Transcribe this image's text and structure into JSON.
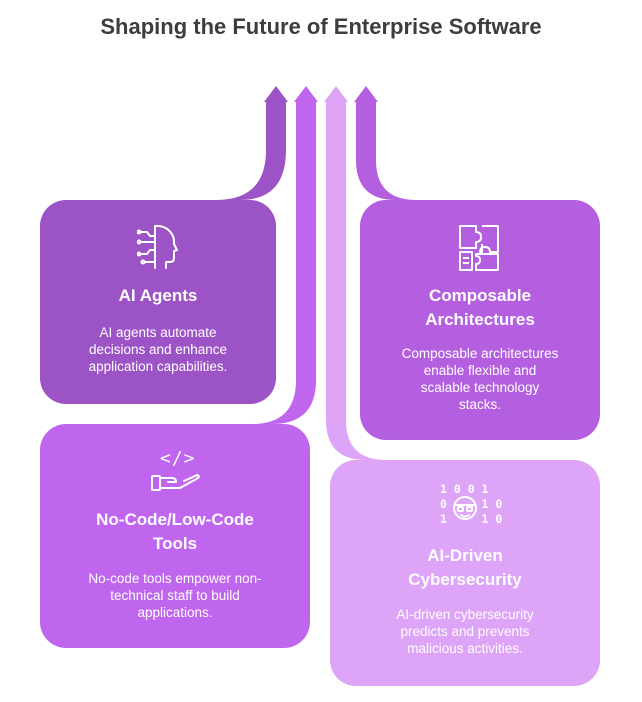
{
  "title": "Shaping the Future of Enterprise Software",
  "colors": {
    "ai_agents": "#9c53c6",
    "composable": "#b45fe0",
    "nocode": "#c066ee",
    "cyber": "#dda4f7",
    "arrow_1": "#9c53c6",
    "arrow_2": "#c066ee",
    "arrow_3": "#dda4f7",
    "arrow_4": "#b45fe0"
  },
  "cards": {
    "ai_agents": {
      "icon": "ai-head-icon",
      "title": "AI Agents",
      "line1": "AI agents automate",
      "line2": "decisions and enhance",
      "line3": "application capabilities."
    },
    "composable": {
      "icon": "puzzle-blocks-icon",
      "title_line1": "Composable",
      "title_line2": "Architectures",
      "line1": "Composable architectures",
      "line2": "enable flexible and",
      "line3": "scalable technology",
      "line4": "stacks."
    },
    "nocode": {
      "icon": "code-hand-icon",
      "code_glyph": "</>",
      "title_line1": "No-Code/Low-Code",
      "title_line2": "Tools",
      "line1": "No-code tools empower non-",
      "line2": "technical staff to build",
      "line3": "applications."
    },
    "cyber": {
      "icon": "cyber-binary-face-icon",
      "binary_row1": "1 0 0 1",
      "binary_row2": "0     1 0",
      "binary_row3": "1     1 0",
      "title_line1": "AI-Driven",
      "title_line2": "Cybersecurity",
      "line1": "AI-driven cybersecurity",
      "line2": "predicts and prevents",
      "line3": "malicious activities."
    }
  }
}
